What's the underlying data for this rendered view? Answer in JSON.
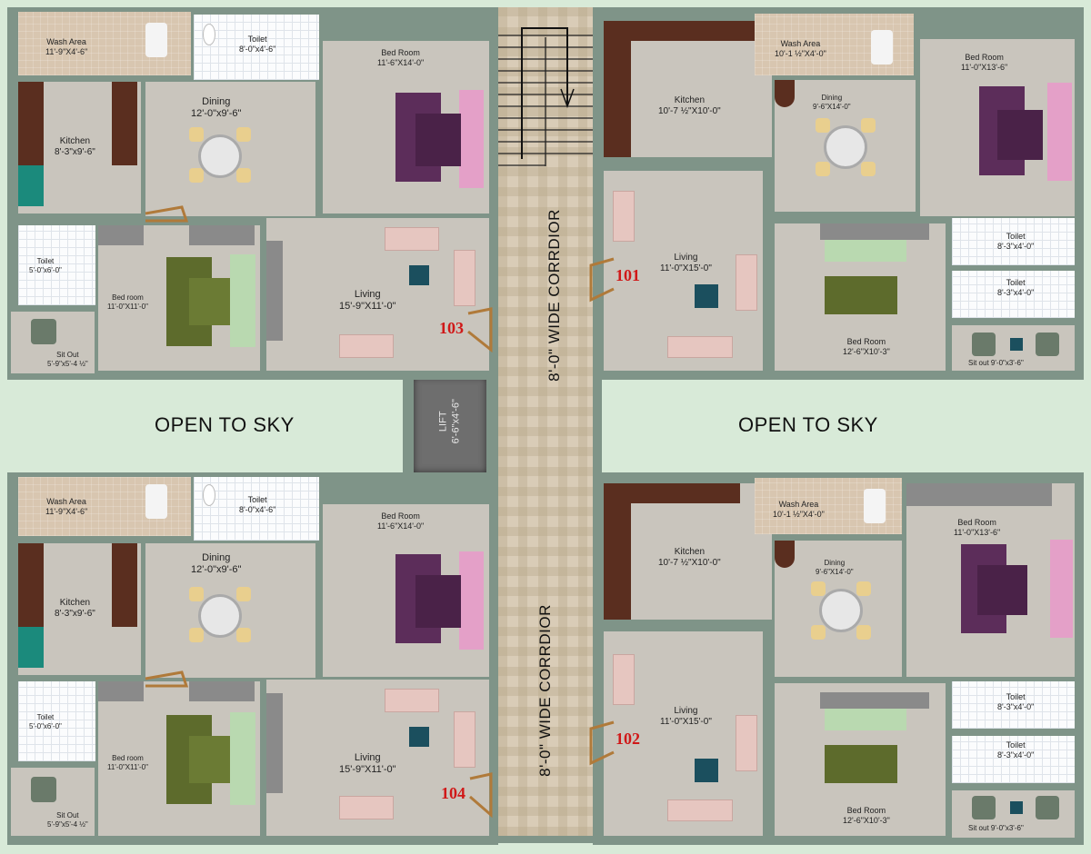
{
  "plan": {
    "corridor_label": "8'-0\" WIDE CORRDIOR",
    "lift": {
      "name": "LIFT",
      "size": "6'-6\"x4'-6\""
    },
    "open_to_sky_left": "OPEN TO SKY",
    "open_to_sky_right": "OPEN TO SKY"
  },
  "units": {
    "u103": {
      "number": "103",
      "rooms": {
        "wash": {
          "name": "Wash Area",
          "size": "11'-9\"X4'-6\""
        },
        "toilet1": {
          "name": "Toilet",
          "size": "8'-0\"x4'-6\""
        },
        "dining": {
          "name": "Dining",
          "size": "12'-0\"x9'-6\""
        },
        "kitchen": {
          "name": "Kitchen",
          "size": "8'-3\"x9'-6\""
        },
        "bedroom_master": {
          "name": "Bed Room",
          "size": "11'-6\"X14'-0\""
        },
        "toilet2": {
          "name": "Toilet",
          "size": "5'-0\"x6'-0\""
        },
        "bedroom2": {
          "name": "Bed room",
          "size": "11'-0\"X11'-0\""
        },
        "living": {
          "name": "Living",
          "size": "15'-9\"X11'-0\""
        },
        "sitout": {
          "name": "Sit Out",
          "size": "5'-9\"x5'-4 ½\""
        }
      }
    },
    "u104": {
      "number": "104",
      "rooms": {
        "wash": {
          "name": "Wash Area",
          "size": "11'-9\"X4'-6\""
        },
        "toilet1": {
          "name": "Toilet",
          "size": "8'-0\"x4'-6\""
        },
        "dining": {
          "name": "Dining",
          "size": "12'-0\"x9'-6\""
        },
        "kitchen": {
          "name": "Kitchen",
          "size": "8'-3\"x9'-6\""
        },
        "bedroom_master": {
          "name": "Bed Room",
          "size": "11'-6\"X14'-0\""
        },
        "toilet2": {
          "name": "Toilet",
          "size": "5'-0\"x6'-0\""
        },
        "bedroom2": {
          "name": "Bed room",
          "size": "11'-0\"X11'-0\""
        },
        "living": {
          "name": "Living",
          "size": "15'-9\"X11'-0\""
        },
        "sitout": {
          "name": "Sit Out",
          "size": "5'-9\"x5'-4 ½\""
        }
      }
    },
    "u101": {
      "number": "101",
      "rooms": {
        "kitchen": {
          "name": "Kitchen",
          "size": "10'-7 ½\"X10'-0\""
        },
        "wash": {
          "name": "Wash Area",
          "size": "10'-1 ½\"X4'-0\""
        },
        "dining": {
          "name": "Dining",
          "size": "9'-6\"X14'-0\""
        },
        "bedroom_master": {
          "name": "Bed Room",
          "size": "11'-0\"X13'-6\""
        },
        "living": {
          "name": "Living",
          "size": "11'-0\"X15'-0\""
        },
        "bedroom2": {
          "name": "Bed Room",
          "size": "12'-6\"X10'-3\""
        },
        "toilet1": {
          "name": "Toilet",
          "size": "8'-3\"x4'-0\""
        },
        "toilet2": {
          "name": "Toilet",
          "size": "8'-3\"x4'-0\""
        },
        "sitout": {
          "name": "Sit out",
          "size": "9'-0\"x3'-6\""
        }
      }
    },
    "u102": {
      "number": "102",
      "rooms": {
        "kitchen": {
          "name": "Kitchen",
          "size": "10'-7 ½\"X10'-0\""
        },
        "wash": {
          "name": "Wash Area",
          "size": "10'-1 ½\"X4'-0\""
        },
        "dining": {
          "name": "Dining",
          "size": "9'-6\"X14'-0\""
        },
        "bedroom_master": {
          "name": "Bed Room",
          "size": "11'-0\"X13'-6\""
        },
        "living": {
          "name": "Living",
          "size": "11'-0\"X15'-0\""
        },
        "bedroom2": {
          "name": "Bed Room",
          "size": "12'-6\"X10'-3\""
        },
        "toilet1": {
          "name": "Toilet",
          "size": "8'-3\"x4'-0\""
        },
        "toilet2": {
          "name": "Toilet",
          "size": "8'-3\"x4'-0\""
        },
        "sitout": {
          "name": "Sit out",
          "size": "9'-0\"x3'-6\""
        }
      }
    }
  },
  "colors": {
    "background": "#d8ead8",
    "wall": "#7f9488",
    "floor": "#c9c5bd",
    "unit_number": "#d01818",
    "corridor": "#d9ccb7"
  }
}
